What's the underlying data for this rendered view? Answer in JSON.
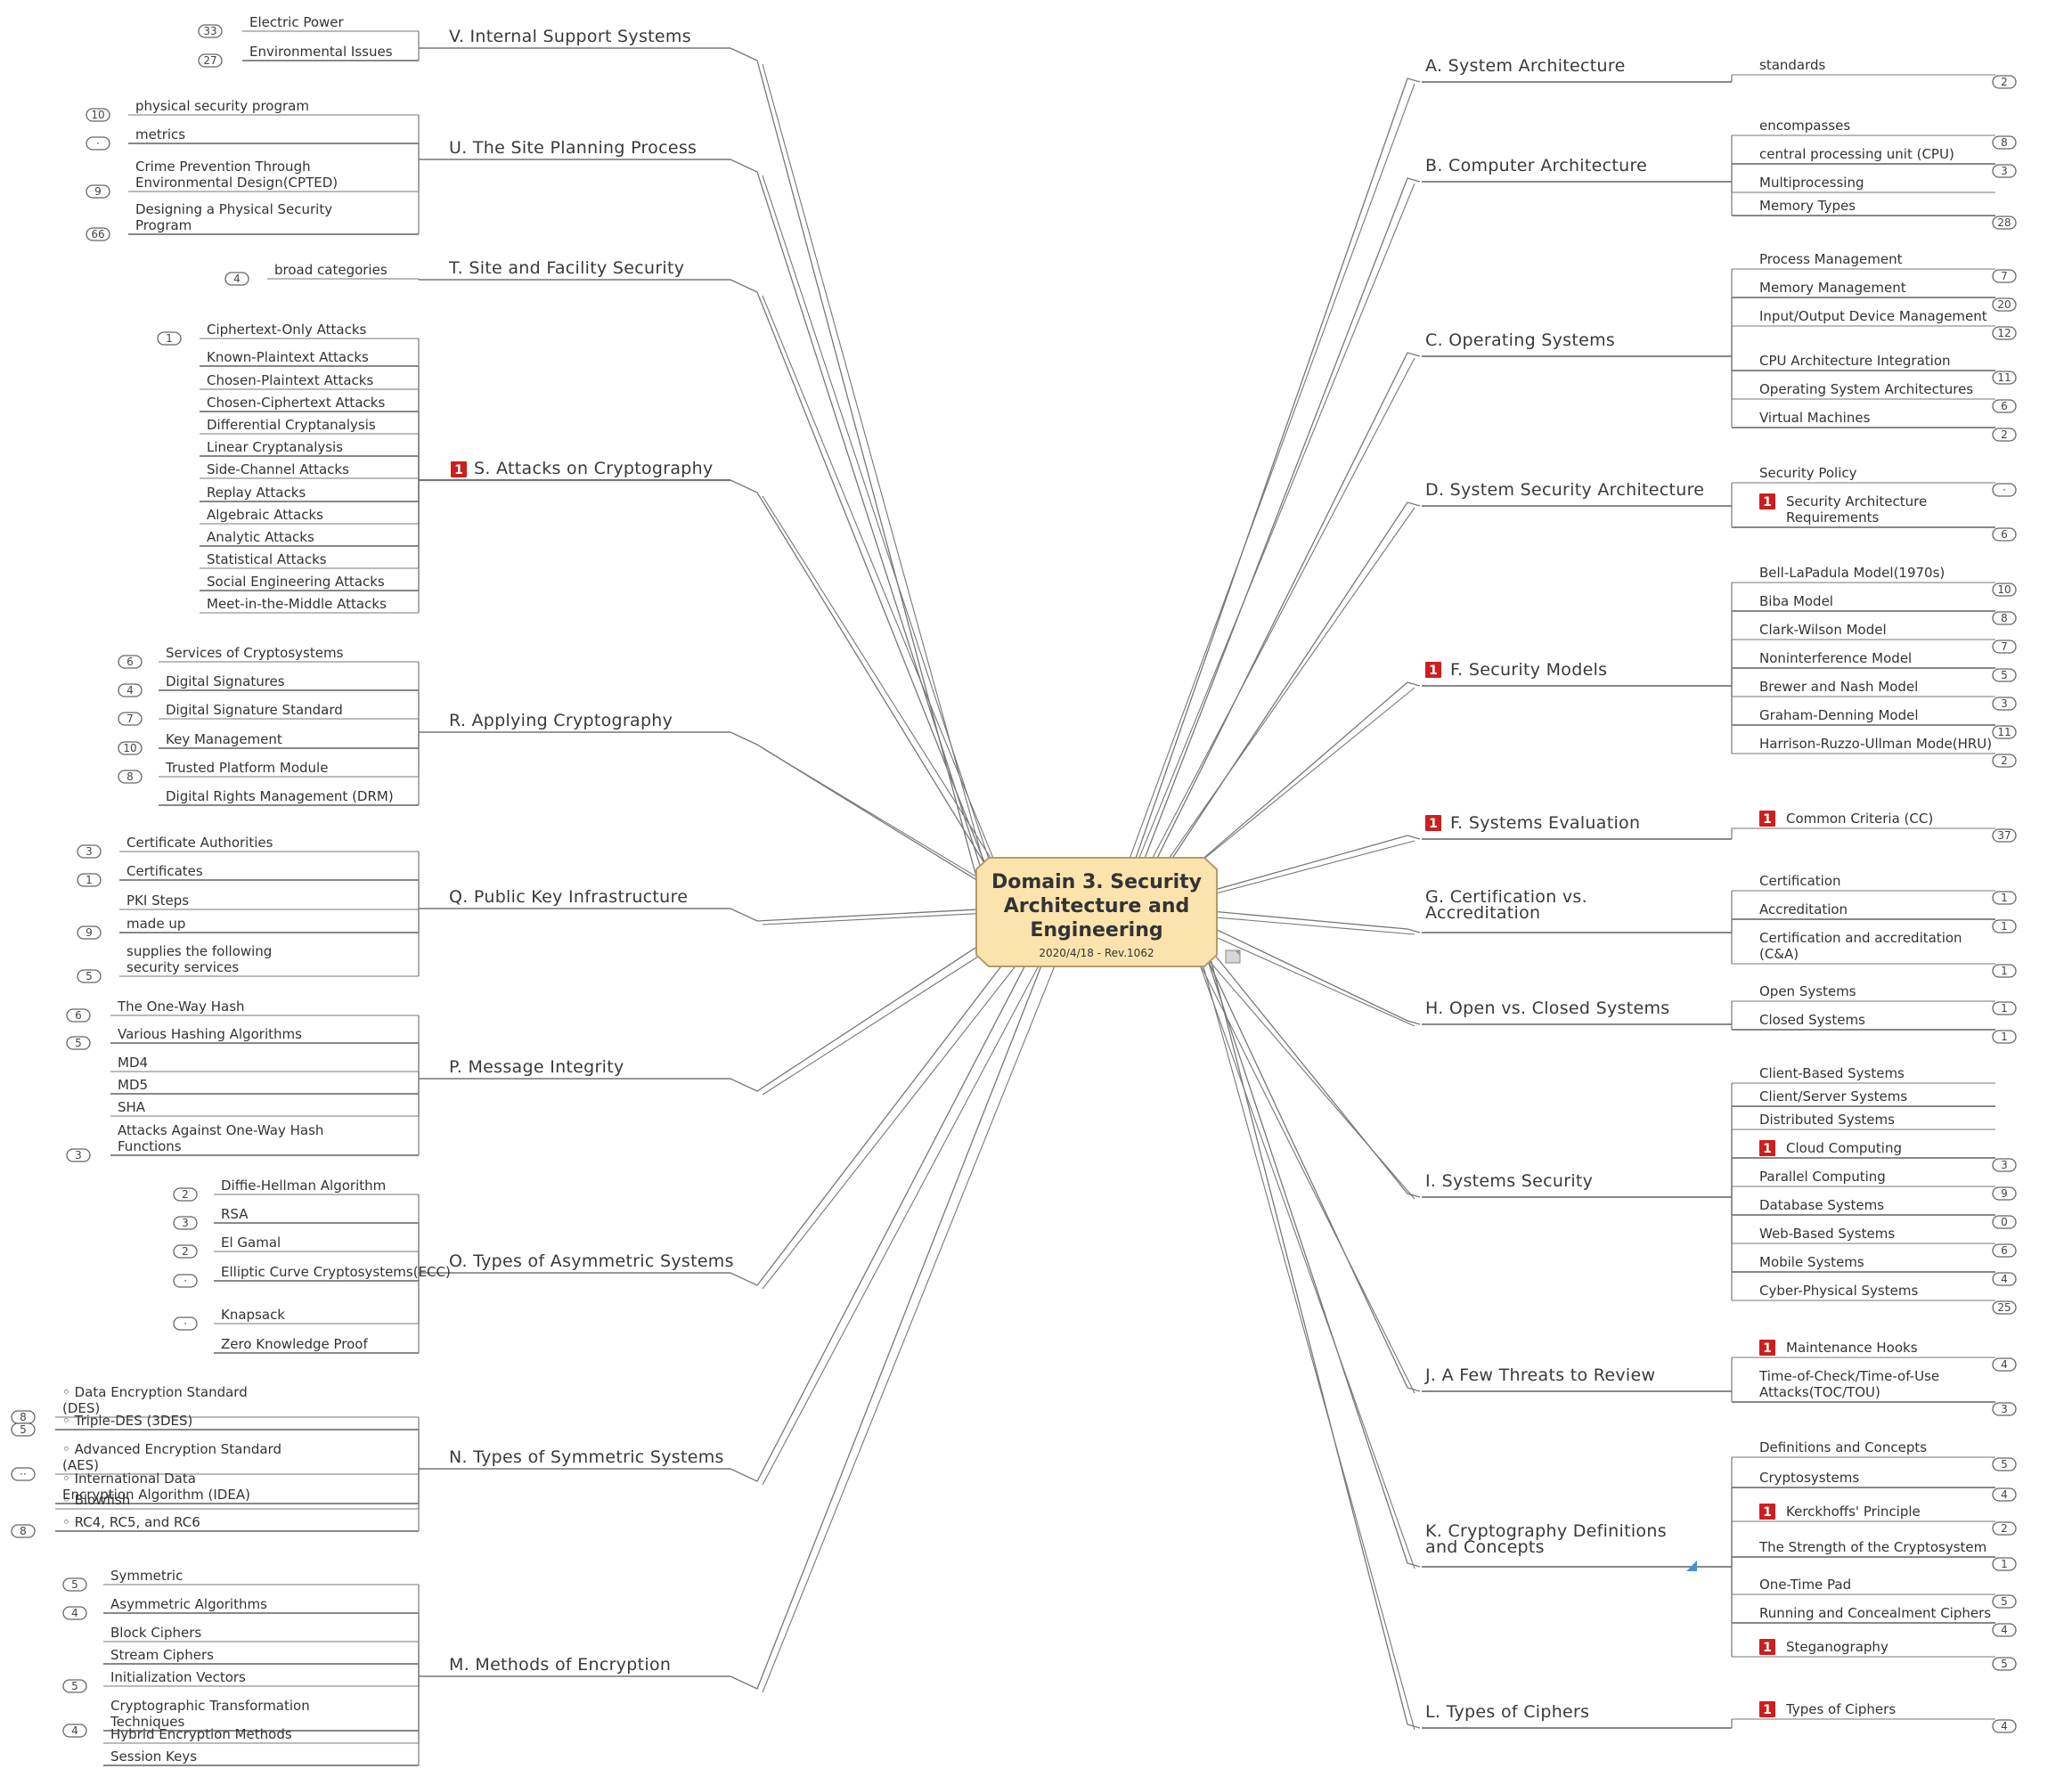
{
  "center": {
    "title_lines": [
      "Domain 3. Security",
      "Architecture and",
      "Engineering"
    ],
    "date_line": "2020/4/18 - Rev.1062",
    "fill": "#fbe3ae",
    "stroke": "#b49a6a"
  },
  "colors": {
    "line": "#777777",
    "priority": "#cc1f1f",
    "badge_stroke": "#666666"
  },
  "left_branches": [
    {
      "label": "V.  Internal Support Systems",
      "priority": null,
      "children": [
        {
          "label": "Electric Power",
          "badge": "33"
        },
        {
          "label": "Environmental Issues",
          "badge": "27"
        }
      ]
    },
    {
      "label": "U.  The Site Planning Process",
      "priority": null,
      "children": [
        {
          "label": "physical security program",
          "badge": "10"
        },
        {
          "label": "metrics",
          "badge": "·"
        },
        {
          "label": "Crime Prevention Through Environmental Design(CPTED)",
          "badge": "9"
        },
        {
          "label": "Designing a Physical Security Program",
          "badge": "66"
        }
      ]
    },
    {
      "label": "T.  Site and Facility Security",
      "priority": null,
      "children": [
        {
          "label": "broad categories",
          "badge": "4"
        }
      ]
    },
    {
      "label": "S.  Attacks on Cryptography",
      "priority": "1",
      "children": [
        {
          "label": "Ciphertext-Only Attacks",
          "badge": "1"
        },
        {
          "label": "Known-Plaintext Attacks",
          "badge": ""
        },
        {
          "label": "Chosen-Plaintext Attacks",
          "badge": ""
        },
        {
          "label": "Chosen-Ciphertext Attacks",
          "badge": ""
        },
        {
          "label": "Differential Cryptanalysis",
          "badge": ""
        },
        {
          "label": "Linear Cryptanalysis",
          "badge": ""
        },
        {
          "label": "Side-Channel Attacks",
          "badge": ""
        },
        {
          "label": "Replay Attacks",
          "badge": ""
        },
        {
          "label": "Algebraic Attacks",
          "badge": ""
        },
        {
          "label": "Analytic Attacks",
          "badge": ""
        },
        {
          "label": "Statistical Attacks",
          "badge": ""
        },
        {
          "label": "Social Engineering Attacks",
          "badge": ""
        },
        {
          "label": "Meet-in-the-Middle Attacks",
          "badge": ""
        }
      ]
    },
    {
      "label": "R.  Applying Cryptography",
      "priority": null,
      "children": [
        {
          "label": "Services of Cryptosystems",
          "badge": "6"
        },
        {
          "label": "Digital Signatures",
          "badge": "4"
        },
        {
          "label": "Digital Signature Standard",
          "badge": "7"
        },
        {
          "label": "Key Management",
          "badge": "10"
        },
        {
          "label": "Trusted Platform Module",
          "badge": "8"
        },
        {
          "label": "Digital Rights Management (DRM)",
          "badge": ""
        }
      ]
    },
    {
      "label": "Q.  Public Key Infrastructure",
      "priority": null,
      "children": [
        {
          "label": "Certificate Authorities",
          "badge": "3"
        },
        {
          "label": "Certificates",
          "badge": "1"
        },
        {
          "label": "PKI Steps",
          "badge": ""
        },
        {
          "label": "made up",
          "badge": "9"
        },
        {
          "label": "supplies the following security services",
          "badge": "5"
        }
      ]
    },
    {
      "label": "P.  Message Integrity",
      "priority": null,
      "children": [
        {
          "label": "The One-Way Hash",
          "badge": "6"
        },
        {
          "label": "Various Hashing Algorithms",
          "badge": "5"
        },
        {
          "label": "MD4",
          "badge": ""
        },
        {
          "label": "MD5",
          "badge": ""
        },
        {
          "label": "SHA",
          "badge": ""
        },
        {
          "label": "Attacks Against One-Way Hash Functions",
          "badge": "3"
        }
      ]
    },
    {
      "label": "O.  Types of Asymmetric Systems",
      "priority": null,
      "children": [
        {
          "label": "Diffie-Hellman Algorithm",
          "badge": "2"
        },
        {
          "label": "RSA",
          "badge": "3"
        },
        {
          "label": "El Gamal",
          "badge": "2"
        },
        {
          "label": "Elliptic Curve Cryptosystems(ECC)",
          "badge": "·"
        },
        {
          "label": "Knapsack",
          "badge": "·"
        },
        {
          "label": "Zero Knowledge Proof",
          "badge": ""
        }
      ]
    },
    {
      "label": "N.  Types of Symmetric Systems",
      "priority": null,
      "children": [
        {
          "label": "◦ Data Encryption Standard (DES)",
          "badge": "8"
        },
        {
          "label": "◦ Triple-DES (3DES)",
          "badge": "5"
        },
        {
          "label": "◦ Advanced Encryption Standard (AES)",
          "badge": "··"
        },
        {
          "label": "◦ International Data Encryption Algorithm (IDEA)",
          "badge": ""
        },
        {
          "label": "◦ Blowfish",
          "badge": ""
        },
        {
          "label": "◦ RC4, RC5, and RC6",
          "badge": "8"
        }
      ]
    },
    {
      "label": "M.  Methods of Encryption",
      "priority": null,
      "children": [
        {
          "label": "Symmetric",
          "badge": "5"
        },
        {
          "label": "Asymmetric Algorithms",
          "badge": "4"
        },
        {
          "label": "Block Ciphers",
          "badge": ""
        },
        {
          "label": "Stream Ciphers",
          "badge": ""
        },
        {
          "label": "Initialization Vectors",
          "badge": "5"
        },
        {
          "label": "Cryptographic Transformation Techniques",
          "badge": "4"
        },
        {
          "label": "Hybrid Encryption Methods",
          "badge": ""
        },
        {
          "label": "Session Keys",
          "badge": ""
        }
      ]
    }
  ],
  "right_branches": [
    {
      "label": "A.  System Architecture",
      "priority": null,
      "children": [
        {
          "label": "standards",
          "badge": "2",
          "priority": null
        }
      ]
    },
    {
      "label": "B.  Computer Architecture",
      "priority": null,
      "children": [
        {
          "label": "encompasses",
          "badge": "8",
          "priority": null
        },
        {
          "label": "central processing unit (CPU)",
          "badge": "3",
          "priority": null
        },
        {
          "label": "Multiprocessing",
          "badge": "",
          "priority": null
        },
        {
          "label": "Memory Types",
          "badge": "28",
          "priority": null
        }
      ]
    },
    {
      "label": "C.  Operating Systems",
      "priority": null,
      "children": [
        {
          "label": "Process Management",
          "badge": "7",
          "priority": null
        },
        {
          "label": "Memory Management",
          "badge": "20",
          "priority": null
        },
        {
          "label": "Input/Output Device Management",
          "badge": "12",
          "priority": null
        },
        {
          "label": "CPU Architecture Integration",
          "badge": "11",
          "priority": null
        },
        {
          "label": "Operating System Architectures",
          "badge": "6",
          "priority": null
        },
        {
          "label": "Virtual Machines",
          "badge": "2",
          "priority": null
        }
      ]
    },
    {
      "label": "D.  System Security Architecture",
      "priority": null,
      "children": [
        {
          "label": "Security Policy",
          "badge": "·",
          "priority": null
        },
        {
          "label": "Security Architecture Requirements",
          "badge": "6",
          "priority": "1"
        }
      ]
    },
    {
      "label": "F.  Security Models",
      "priority": "1",
      "children": [
        {
          "label": "Bell-LaPadula Model(1970s)",
          "badge": "10",
          "priority": null
        },
        {
          "label": "Biba Model",
          "badge": "8",
          "priority": null
        },
        {
          "label": "Clark-Wilson Model",
          "badge": "7",
          "priority": null
        },
        {
          "label": "Noninterference Model",
          "badge": "5",
          "priority": null
        },
        {
          "label": "Brewer and Nash Model",
          "badge": "3",
          "priority": null
        },
        {
          "label": "Graham-Denning Model",
          "badge": "11",
          "priority": null
        },
        {
          "label": "Harrison-Ruzzo-Ullman Mode(HRU)",
          "badge": "2",
          "priority": null
        }
      ]
    },
    {
      "label": "F.  Systems Evaluation",
      "priority": "1",
      "children": [
        {
          "label": "Common Criteria  (CC)",
          "badge": "37",
          "priority": "1"
        }
      ]
    },
    {
      "label": "G.  Certification vs. Accreditation",
      "priority": null,
      "children": [
        {
          "label": "Certification",
          "badge": "1",
          "priority": null
        },
        {
          "label": "Accreditation",
          "badge": "1",
          "priority": null
        },
        {
          "label": "Certification and accreditation (C&A)",
          "badge": "1",
          "priority": null
        }
      ]
    },
    {
      "label": "H.  Open vs. Closed Systems",
      "priority": null,
      "children": [
        {
          "label": "Open Systems",
          "badge": "1",
          "priority": null
        },
        {
          "label": "Closed Systems",
          "badge": "1",
          "priority": null
        }
      ]
    },
    {
      "label": "I.  Systems Security",
      "priority": null,
      "children": [
        {
          "label": "Client-Based Systems",
          "badge": "",
          "priority": null
        },
        {
          "label": "Client/Server Systems",
          "badge": "",
          "priority": null
        },
        {
          "label": "Distributed Systems",
          "badge": "",
          "priority": null
        },
        {
          "label": "Cloud Computing",
          "badge": "3",
          "priority": "1"
        },
        {
          "label": "Parallel Computing",
          "badge": "9",
          "priority": null
        },
        {
          "label": "Database Systems",
          "badge": "0",
          "priority": null
        },
        {
          "label": "Web-Based Systems",
          "badge": "6",
          "priority": null
        },
        {
          "label": "Mobile Systems",
          "badge": "4",
          "priority": null
        },
        {
          "label": "Cyber-Physical Systems",
          "badge": "25",
          "priority": null
        }
      ]
    },
    {
      "label": "J.  A Few Threats to Review",
      "priority": null,
      "children": [
        {
          "label": "Maintenance Hooks",
          "badge": "4",
          "priority": "1"
        },
        {
          "label": "Time-of-Check/Time-of-Use Attacks(TOC/TOU)",
          "badge": "3",
          "priority": null
        }
      ]
    },
    {
      "label": "K.  Cryptography Definitions and Concepts",
      "priority": null,
      "children": [
        {
          "label": "Definitions and Concepts",
          "badge": "5",
          "priority": null
        },
        {
          "label": "Cryptosystems",
          "badge": "4",
          "priority": null
        },
        {
          "label": "Kerckhoffs' Principle",
          "badge": "2",
          "priority": "1"
        },
        {
          "label": "The Strength of the Cryptosystem",
          "badge": "1",
          "priority": null
        },
        {
          "label": "One-Time Pad",
          "badge": "5",
          "priority": null
        },
        {
          "label": "Running and Concealment Ciphers",
          "badge": "4",
          "priority": null
        },
        {
          "label": "Steganography",
          "badge": "5",
          "priority": "1"
        }
      ]
    },
    {
      "label": "L.  Types of Ciphers",
      "priority": null,
      "children": [
        {
          "label": "Types of Ciphers",
          "badge": "4",
          "priority": "1"
        }
      ]
    }
  ]
}
